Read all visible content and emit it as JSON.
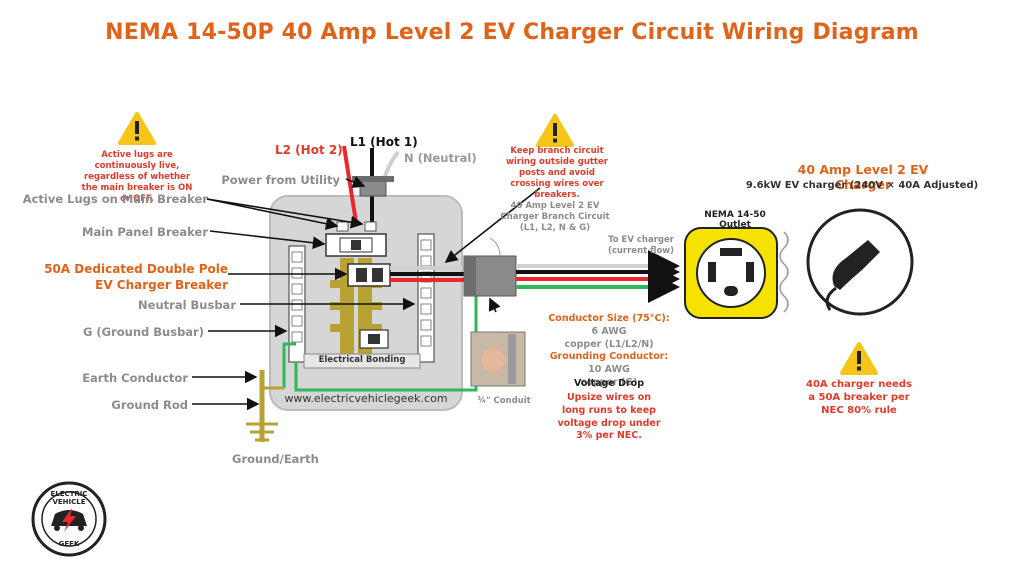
{
  "title": "NEMA 14-50P 40 Amp Level 2 EV Charger Circuit Wiring Diagram",
  "warnings": {
    "active_lugs": "Active lugs are continuously live, regardless of whether the main breaker is ON or OFF.",
    "branch_wiring": "Keep branch circuit wiring outside gutter posts and avoid crossing wires over breakers.",
    "charger_rule": "40A charger needs a 50A breaker per NEC 80% rule"
  },
  "labels": {
    "l2": "L2 (Hot 2)",
    "l1": "L1 (Hot 1)",
    "neutral": "N (Neutral)",
    "power_from_utility": "Power from Utility",
    "active_lugs": "Active Lugs on Main Breaker",
    "main_breaker": "Main Panel Breaker",
    "ev_breaker_line1": "50A Dedicated Double Pole",
    "ev_breaker_line2": "EV Charger Breaker",
    "neutral_busbar": "Neutral Busbar",
    "ground_busbar": "G (Ground Busbar)",
    "earth_conductor": "Earth Conductor",
    "ground_rod": "Ground Rod",
    "ground_earth": "Ground/Earth",
    "electrical_bonding": "Electrical Bonding",
    "website": "www.electricvehiclegeek.com",
    "branch_circuit_line1": "40 Amp Level 2 EV",
    "branch_circuit_line2": "Charger Branch Circuit",
    "branch_circuit_line3": "(L1, L2, N & G)",
    "to_ev_line1": "To EV charger",
    "to_ev_line2": "(current flow)",
    "conduit": "¾\" Conduit",
    "outlet": "NEMA 14-50 Outlet",
    "charger_title": "40 Amp Level 2 EV Charger",
    "charger_subtitle": "9.6kW EV charger (240V × 40A Adjusted)"
  },
  "conductor_info": {
    "size_label": "Conductor Size (75°C):",
    "size_value_a": " 6 AWG",
    "size_value_b": "copper (L1/L2/N)",
    "ground_label": "Grounding Conductor:",
    "ground_value_a": " 10 AWG",
    "ground_value_b": "copper (G)"
  },
  "voltage_drop": {
    "heading": "Voltage Drop",
    "body": "Upsize wires on long runs to keep voltage drop under 3% per NEC."
  },
  "logo": {
    "top": "ELECTRIC VEHICLE",
    "bottom": "GEEK"
  },
  "colors": {
    "accent_orange": "#e0631a",
    "warning_red": "#e03a2a",
    "wire_red": "#e8282b",
    "wire_black": "#111111",
    "wire_white": "#cfcfcf",
    "wire_green": "#2db85a",
    "busbar_gold": "#b8a233",
    "panel_gray": "#d6d6d6",
    "outlet_yellow": "#f6e200",
    "warning_yellow": "#f5c518"
  }
}
